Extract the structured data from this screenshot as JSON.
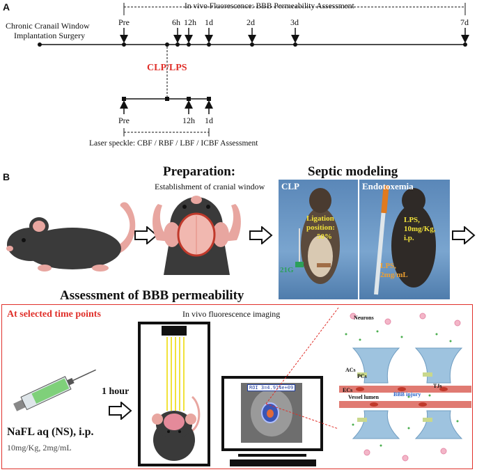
{
  "panel_a": {
    "label": "A",
    "surgery_label_line1": "Chronic Cranail Window",
    "surgery_label_line2": "Implantation Surgery",
    "invivo_header": "In vivo Fluorescence: BBB Permeability Assessment",
    "timepoints": [
      "Pre",
      "6h",
      "12h",
      "1d",
      "2d",
      "3d",
      "7d"
    ],
    "model_label": "CLP/LPS",
    "laser_timepoints": [
      "Pre",
      "12h",
      "1d"
    ],
    "laser_footer": "Laser speckle: CBF / RBF / LBF / ICBF Assessment"
  },
  "panel_b": {
    "label": "B",
    "preparation_title": "Preparation:",
    "preparation_subtitle": "Establishment of cranial window",
    "septic_title": "Septic modeling",
    "clp_label": "CLP",
    "endotoxemia_label": "Endotoxemia",
    "ligation_line1": "Ligation",
    "ligation_line2": "position:",
    "ligation_line3": "50%",
    "needle_label": "21G",
    "lps_dose_line1": "LPS,",
    "lps_dose_line2": "10mg/Kg,",
    "lps_dose_line3": "i.p.",
    "lps_conc_line1": "LPS,",
    "lps_conc_line2": "2mg/mL",
    "assessment_title": "Assessment of BBB permeability",
    "selected_time": "At selected time points",
    "imaging_label": "In vivo fluorescence imaging",
    "one_hour": "1 hour",
    "nafl_label": "NaFL aq (NS), i.p.",
    "nafl_dose": "10mg/Kg, 2mg/mL",
    "roi_readout": "ROI 3=4.914e+09",
    "neurons_label": "Neurons",
    "acs_label": "ACs",
    "pcs_label": "PCs",
    "ecs_label": "ECs",
    "tjs_label": "TJs",
    "vessel_label": "Vessel lumen",
    "bbb_injury_label": "BBB injury"
  },
  "colors": {
    "accent_red": "#e0302a",
    "label_yellow": "#f1e23a",
    "fluorescence_green": "#4caf50",
    "astrocyte_blue": "#9ec3df",
    "endothelial_red": "#e07a72"
  }
}
